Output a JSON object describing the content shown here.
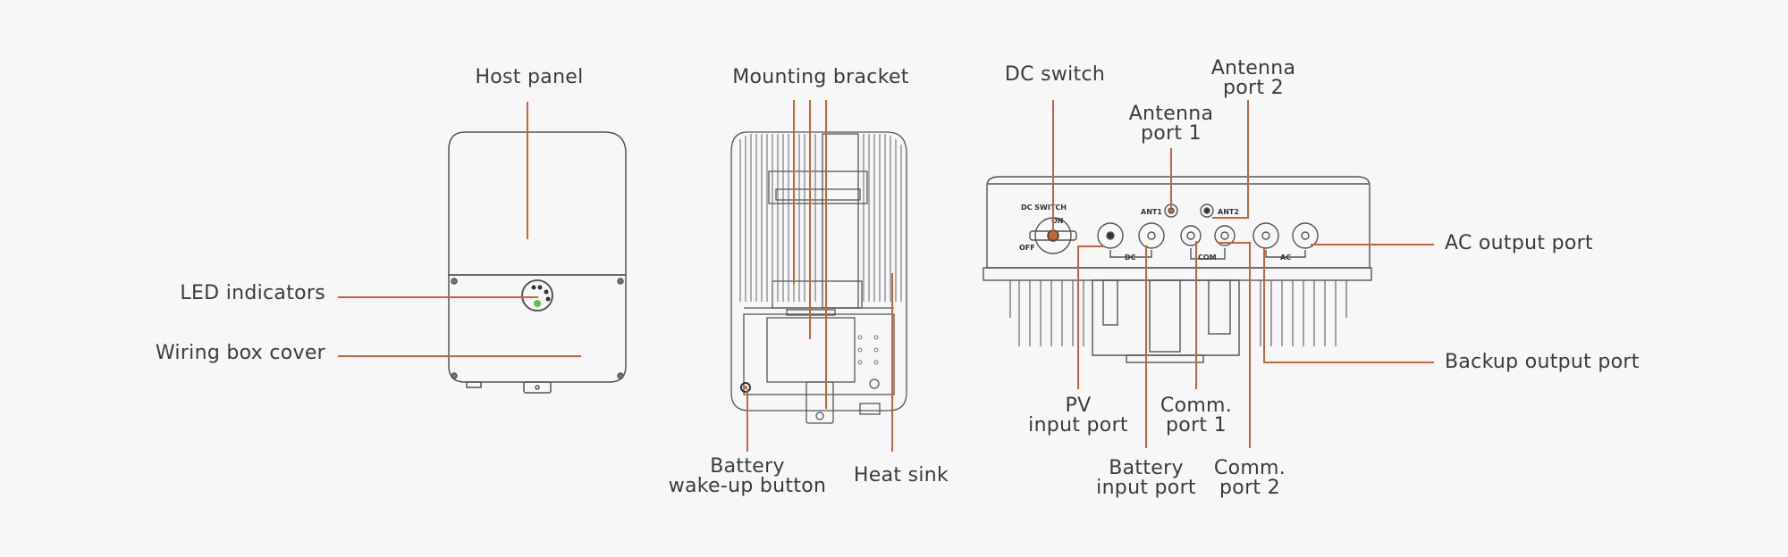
{
  "colors": {
    "leader": "#c8643c",
    "outline": "#555555",
    "text": "#3b3b3b",
    "bg": "#f7f7f7",
    "led_green": "#5cc24a"
  },
  "front_view": {
    "host_panel": "Host panel",
    "led_indicators": "LED indicators",
    "wiring_box_cover": "Wiring box cover"
  },
  "back_view": {
    "mounting_bracket": "Mounting bracket",
    "battery_wakeup_line1": "Battery",
    "battery_wakeup_line2": "wake-up button",
    "heat_sink": "Heat sink"
  },
  "bottom_view": {
    "dc_switch": "DC switch",
    "antenna_port_1_line1": "Antenna",
    "antenna_port_1_line2": "port 1",
    "antenna_port_2_line1": "Antenna",
    "antenna_port_2_line2": "port 2",
    "ac_output_port": "AC output port",
    "backup_output_port": "Backup output port",
    "pv_input_line1": "PV",
    "pv_input_line2": "input port",
    "battery_input_line1": "Battery",
    "battery_input_line2": "input port",
    "comm_port_1_line1": "Comm.",
    "comm_port_1_line2": "port 1",
    "comm_port_2_line1": "Comm.",
    "comm_port_2_line2": "port 2",
    "device_print": {
      "dc_switch": "DC SWITCH",
      "on": "ON",
      "off": "OFF",
      "ant1": "ANT1",
      "ant2": "ANT2",
      "dc": "DC",
      "com": "COM",
      "ac": "AC"
    }
  }
}
